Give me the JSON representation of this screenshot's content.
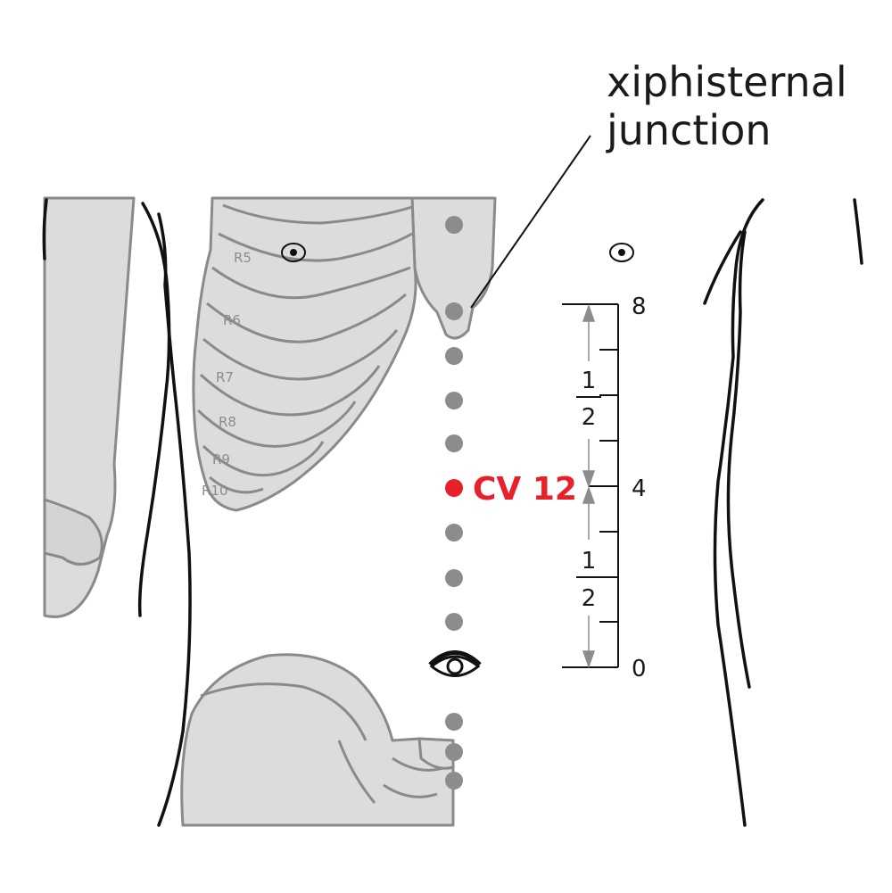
{
  "annotation": {
    "line1": "xiphisternal",
    "line2": "junction"
  },
  "rib_labels": [
    "R5",
    "R6",
    "R7",
    "R8",
    "R9",
    "R10"
  ],
  "point": {
    "label": "CV 12",
    "color": "#e8202a"
  },
  "scale": {
    "top": "8",
    "middle": "4",
    "bottom": "0",
    "upper_fraction": {
      "numerator": "1",
      "denominator": "2"
    },
    "lower_fraction": {
      "numerator": "1",
      "denominator": "2"
    }
  },
  "icons": [
    "nipple-icon-left",
    "nipple-icon-right",
    "navel-eye-icon"
  ],
  "colors": {
    "bone_fill": "#dcdcdc",
    "bone_stroke": "#8a8a8a",
    "outline": "#111111",
    "dot": "#8c8c8c"
  }
}
